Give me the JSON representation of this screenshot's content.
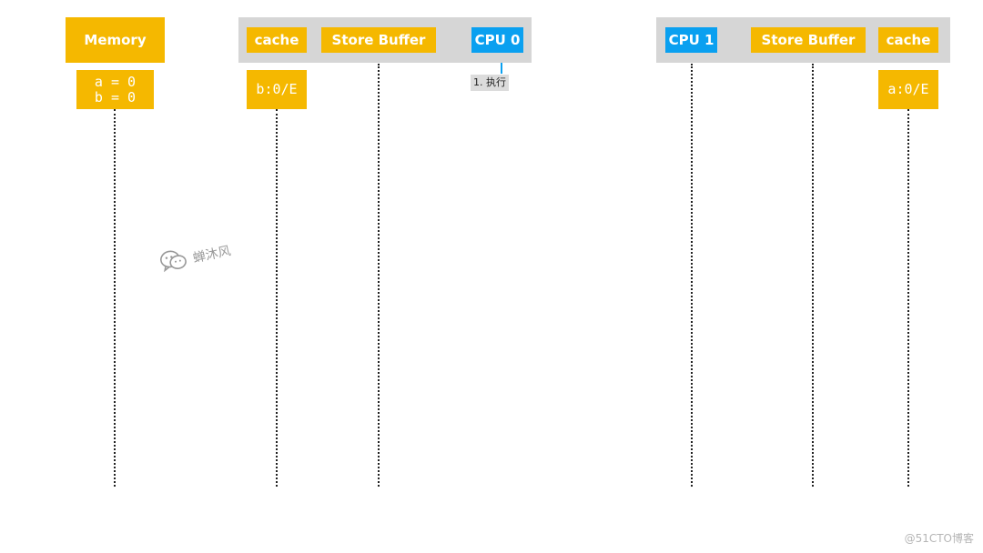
{
  "colors": {
    "yellow": "#f5b800",
    "blue": "#0aa0f0",
    "band": "#d6d6d6"
  },
  "memory": {
    "label": "Memory",
    "values": [
      "a = 0",
      "b = 0"
    ]
  },
  "cpu0": {
    "cache_label": "cache",
    "store_buffer_label": "Store Buffer",
    "cpu_label": "CPU 0",
    "cache_state": "b:0/E",
    "step_label": "1. 执行"
  },
  "cpu1": {
    "cpu_label": "CPU 1",
    "store_buffer_label": "Store Buffer",
    "cache_label": "cache",
    "cache_state": "a:0/E"
  },
  "watermark": {
    "text": "蝉沐风",
    "icon": "wechat-icon"
  },
  "footer": {
    "text": "@51CTO博客"
  }
}
